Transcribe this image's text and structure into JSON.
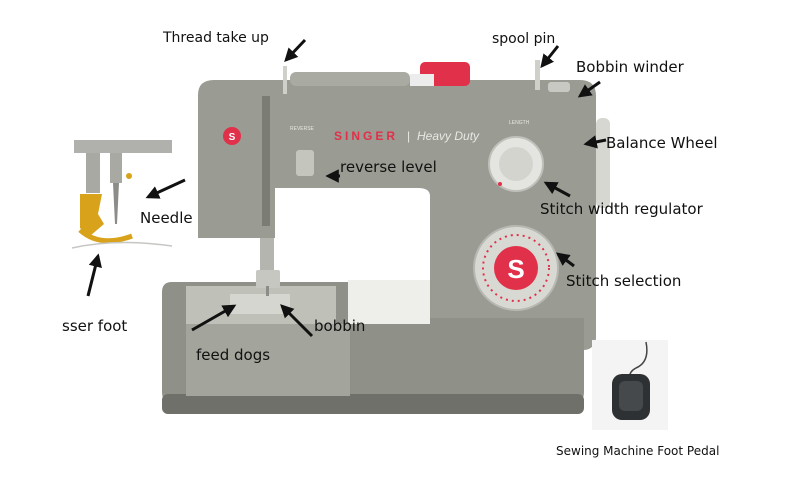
{
  "labels": {
    "thread_take_up": "Thread take up",
    "spool_pin": "spool pin",
    "bobbin_winder": "Bobbin winder",
    "balance_wheel": "Balance Wheel",
    "reverse_level": "reverse level",
    "needle": "Needle",
    "stitch_width_regulator": "Stitch width regulator",
    "stitch_selection": "Stitch selection",
    "presser_foot": "sser foot",
    "bobbin": "bobbin",
    "feed_dogs": "feed dogs",
    "foot_pedal": "Sewing Machine Foot Pedal"
  },
  "machine": {
    "brand": "SINGER",
    "divider": "|",
    "model": "Heavy Duty",
    "logo_letter": "S",
    "reverse_text": "REVERSE",
    "length_text": "LENGTH"
  },
  "colors": {
    "body": "#9a9b92",
    "body_dark": "#85867d",
    "brand_red": "#e0304a",
    "arrow": "#111111",
    "presser_foot": "#d9a21b"
  }
}
